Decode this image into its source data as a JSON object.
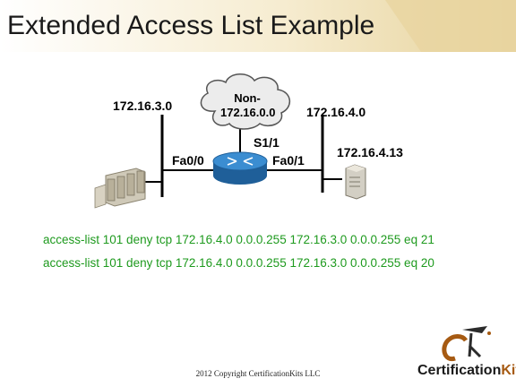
{
  "slide": {
    "title": "Extended Access List Example",
    "colors": {
      "title_band": "#e9d8a6",
      "acl_text": "#1e9a1e",
      "router_blue": "#2a7bbf",
      "brand_orange": "#a65a12"
    }
  },
  "diagram": {
    "network_left": "172.16.3.0",
    "network_right": "172.16.4.0",
    "cloud_line1": "Non-",
    "cloud_line2": "172.16.0.0",
    "router_serial": "S1/1",
    "router_left_if": "Fa0/0",
    "router_right_if": "Fa0/1",
    "host": "172.16.4.13",
    "icons": [
      "cloud-icon",
      "router-icon",
      "server-cluster-icon",
      "server-icon",
      "certificationkits-logo-icon"
    ]
  },
  "acl": [
    {
      "cmd": "access-list",
      "rest": "101 deny tcp 172.16.4.0 0.0.0.255 172.16.3.0 0.0.0.255 eq 21"
    },
    {
      "cmd": "access-list",
      "rest": "101 deny tcp 172.16.4.0 0.0.0.255 172.16.3.0 0.0.0.255 eq 20"
    }
  ],
  "footer": {
    "copyright": "2012 Copyright CertificationKits  LLC",
    "brand_a": "Certification",
    "brand_b": "Kits"
  }
}
